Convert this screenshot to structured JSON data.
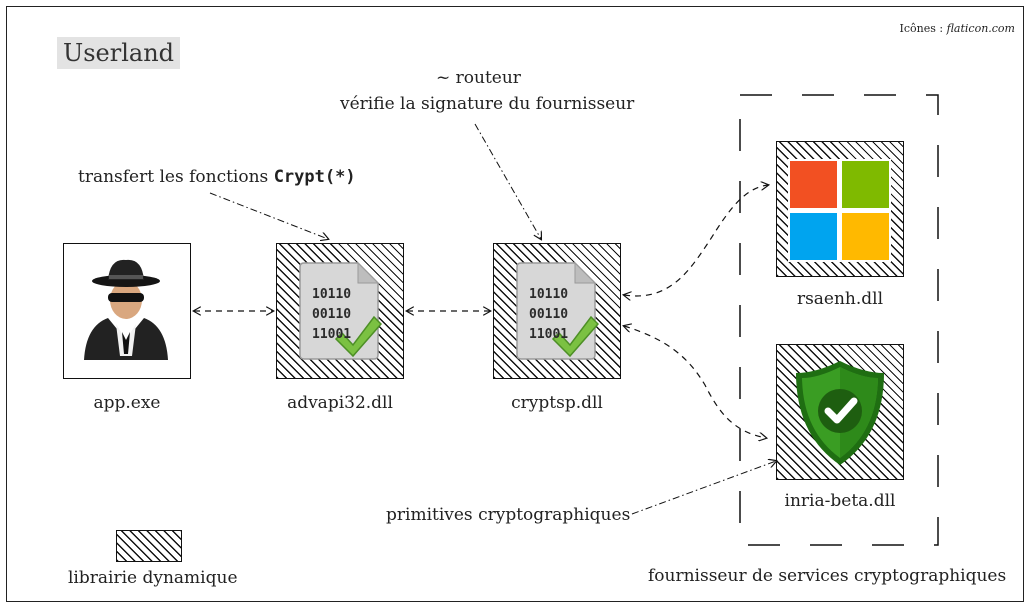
{
  "title": "Userland",
  "credit": {
    "prefix": "Icônes :",
    "source": "flaticon.com"
  },
  "notes": {
    "router_line1": "~ routeur",
    "router_line2": "vérifie la signature du fournisseur",
    "transfer_prefix": "transfert les fonctions",
    "transfer_code": "Crypt(*)",
    "primitives": "primitives cryptographiques"
  },
  "nodes": {
    "app": "app.exe",
    "advapi": "advapi32.dll",
    "cryptsp": "cryptsp.dll",
    "rsaenh": "rsaenh.dll",
    "inria": "inria-beta.dll"
  },
  "legend": {
    "label": "librairie dynamique"
  },
  "provider_group": {
    "label": "fournisseur de services cryptographiques"
  },
  "dll_bits": [
    "10110",
    "00110",
    "11001"
  ],
  "icons": {
    "app": "spy-icon",
    "dll": "binary-file-icon",
    "rsaenh": "windows-logo-icon",
    "inria": "shield-check-icon"
  },
  "colors": {
    "ms_red": "#f25022",
    "ms_green": "#7fba00",
    "ms_blue": "#00a4ef",
    "ms_yellow": "#ffb900",
    "check_green": "#7bc142",
    "shield_green": "#3a9d23"
  }
}
